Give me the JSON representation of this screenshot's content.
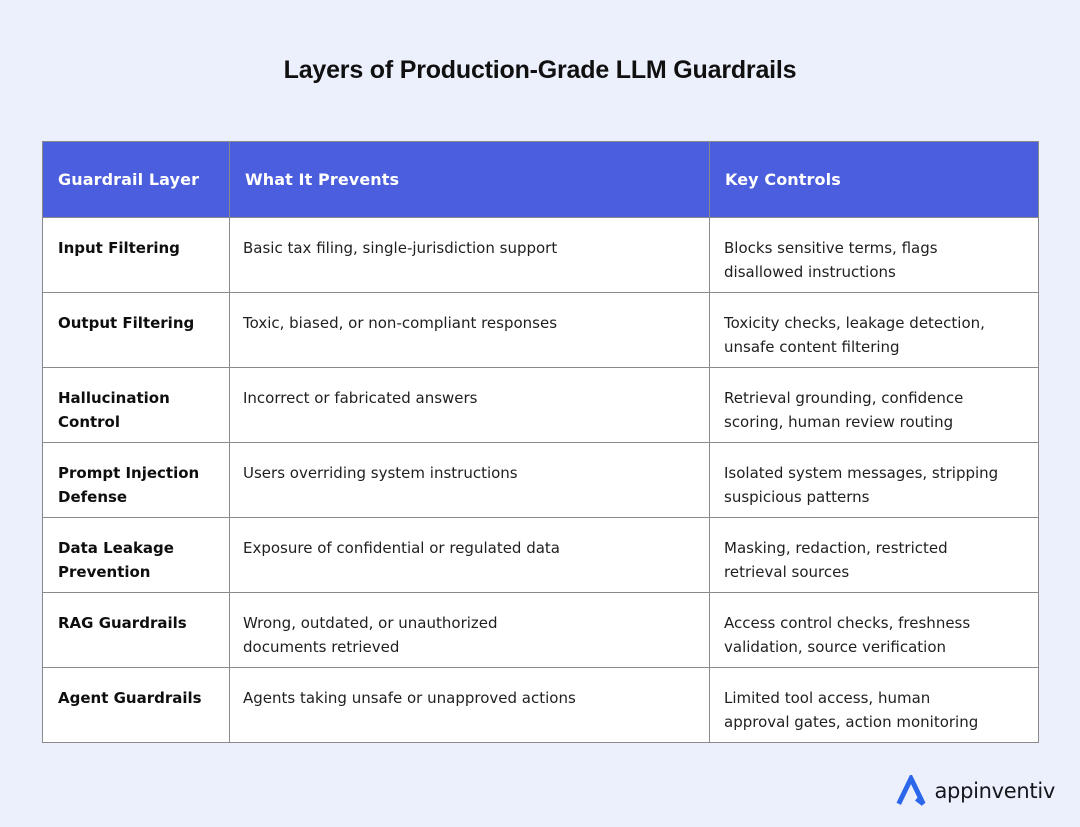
{
  "theme": {
    "page-bg": "#ECEFFC",
    "header-bg": "#4B5EDE",
    "header-text": "#FFFFFF",
    "cell-bg": "#FFFFFF",
    "border-color": "#8A8A8A",
    "body-text": "#1F1F1F",
    "logo-blue": "#2B66EB"
  },
  "title": "Layers of Production-Grade LLM Guardrails",
  "table": {
    "columns": [
      "Guardrail Layer",
      "What It Prevents",
      "Key Controls"
    ],
    "rows": [
      {
        "layer": "Input Filtering",
        "prevents": "Basic tax filing, single-jurisdiction support",
        "controls": "Blocks sensitive terms, flags\ndisallowed instructions"
      },
      {
        "layer": "Output Filtering",
        "prevents": "Toxic, biased, or non-compliant responses",
        "controls": "Toxicity checks, leakage detection,\nunsafe content filtering"
      },
      {
        "layer": "Hallucination\nControl",
        "prevents": "Incorrect or fabricated answers",
        "controls": "Retrieval grounding, confidence\nscoring, human review routing"
      },
      {
        "layer": "Prompt Injection\nDefense",
        "prevents": "Users overriding system instructions",
        "controls": "Isolated system messages, stripping\nsuspicious patterns"
      },
      {
        "layer": "Data Leakage\nPrevention",
        "prevents": "Exposure of confidential or regulated data",
        "controls": "Masking, redaction, restricted\nretrieval sources"
      },
      {
        "layer": "RAG Guardrails",
        "prevents": "Wrong, outdated, or unauthorized\ndocuments retrieved",
        "controls": "Access control checks, freshness\nvalidation, source verification"
      },
      {
        "layer": "Agent Guardrails",
        "prevents": "Agents taking unsafe or unapproved actions",
        "controls": "Limited tool access, human\napproval gates, action monitoring"
      }
    ]
  },
  "footer": {
    "brand": "appinventiv",
    "logo_icon": "appinventiv-a-mark"
  },
  "chart_data": {
    "type": "table",
    "title": "Layers of Production-Grade LLM Guardrails",
    "columns": [
      "Guardrail Layer",
      "What It Prevents",
      "Key Controls"
    ],
    "rows": [
      [
        "Input Filtering",
        "Basic tax filing, single-jurisdiction support",
        "Blocks sensitive terms, flags disallowed instructions"
      ],
      [
        "Output Filtering",
        "Toxic, biased, or non-compliant responses",
        "Toxicity checks, leakage detection, unsafe content filtering"
      ],
      [
        "Hallucination Control",
        "Incorrect or fabricated answers",
        "Retrieval grounding, confidence scoring, human review routing"
      ],
      [
        "Prompt Injection Defense",
        "Users overriding system instructions",
        "Isolated system messages, stripping suspicious patterns"
      ],
      [
        "Data Leakage Prevention",
        "Exposure of confidential or regulated data",
        "Masking, redaction, restricted retrieval sources"
      ],
      [
        "RAG Guardrails",
        "Wrong, outdated, or unauthorized documents retrieved",
        "Access control checks, freshness validation, source verification"
      ],
      [
        "Agent Guardrails",
        "Agents taking unsafe or unapproved actions",
        "Limited tool access, human approval gates, action monitoring"
      ]
    ]
  }
}
